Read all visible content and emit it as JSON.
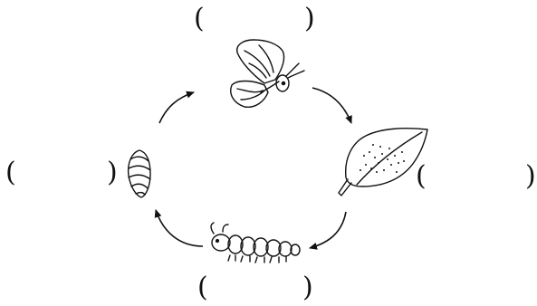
{
  "diagram": {
    "stages": [
      {
        "id": "adult",
        "icon": "butterfly-icon",
        "label": ""
      },
      {
        "id": "egg",
        "icon": "leaf-with-eggs-icon",
        "label": ""
      },
      {
        "id": "larva",
        "icon": "caterpillar-icon",
        "label": ""
      },
      {
        "id": "pupa",
        "icon": "pupa-icon",
        "label": ""
      }
    ],
    "brackets": {
      "top": {
        "open": "(",
        "close": ")"
      },
      "right": {
        "open": "(",
        "close": ")"
      },
      "bottom": {
        "open": "(",
        "close": ")"
      },
      "left": {
        "open": "(",
        "close": ")"
      }
    },
    "colors": {
      "ink": "#111111",
      "background": "#ffffff"
    }
  }
}
